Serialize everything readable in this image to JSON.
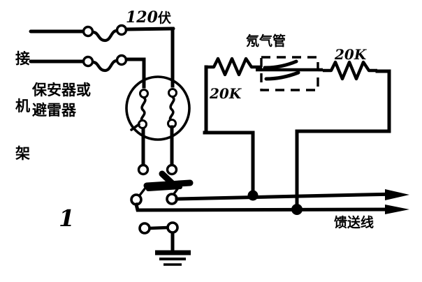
{
  "figure": {
    "number": "1",
    "type": "hand-drawn-schematic",
    "background_color": "#ffffff",
    "ink_color": "#000000"
  },
  "labels": {
    "terminal_left": "接\n机\n架",
    "terminal_left_chars": [
      "接",
      "机",
      "架"
    ],
    "protector": "保安器或\n避雷器",
    "protector_line1": "保安器或",
    "protector_line2": "避雷器",
    "supply_value": "120",
    "supply_unit": "伏",
    "gas_tube": "氖气管",
    "resistor_left": "20K",
    "resistor_right": "20K",
    "feeder_line": "馈送线"
  },
  "components": {
    "fuse_top": "fuse-spark-gap",
    "fuse_bottom": "fuse-spark-gap",
    "lightning_arrester": "circular-arrester",
    "knife_switch": "double-pole-knife-switch",
    "ground": "earth-ground-symbol",
    "gas_discharge_tube": "dashed-box-gas-tube",
    "resistors": [
      "20K",
      "20K"
    ],
    "junction_dots": 2,
    "feeder_arrows": 2
  }
}
